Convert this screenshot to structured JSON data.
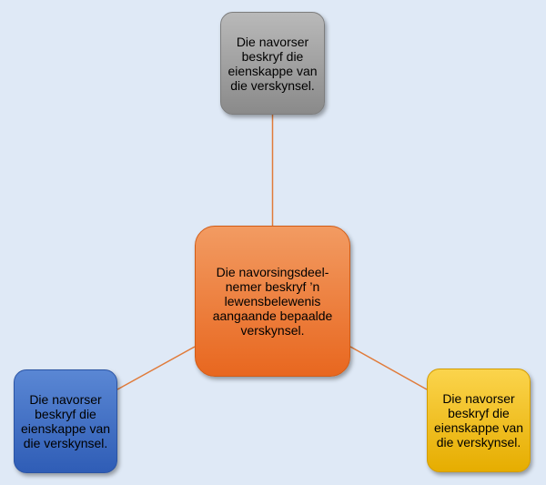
{
  "connector_color": "#e07b3a",
  "nodes": {
    "top": {
      "text": "Die navorser beskryf die eienskappe van die verskynsel.",
      "color": "#a3a3a3"
    },
    "center": {
      "text": "Die navorsingsdeel-nemer beskryf ’n lewensbelewenis aangaande bepaalde verskynsel.",
      "color": "#ee7d33"
    },
    "left": {
      "text": "Die navorser beskryf die eienskappe van die verskynsel.",
      "color": "#3f6fc8"
    },
    "right": {
      "text": "Die navorser beskryf die eienskappe van die verskynsel.",
      "color": "#f5c518"
    }
  }
}
